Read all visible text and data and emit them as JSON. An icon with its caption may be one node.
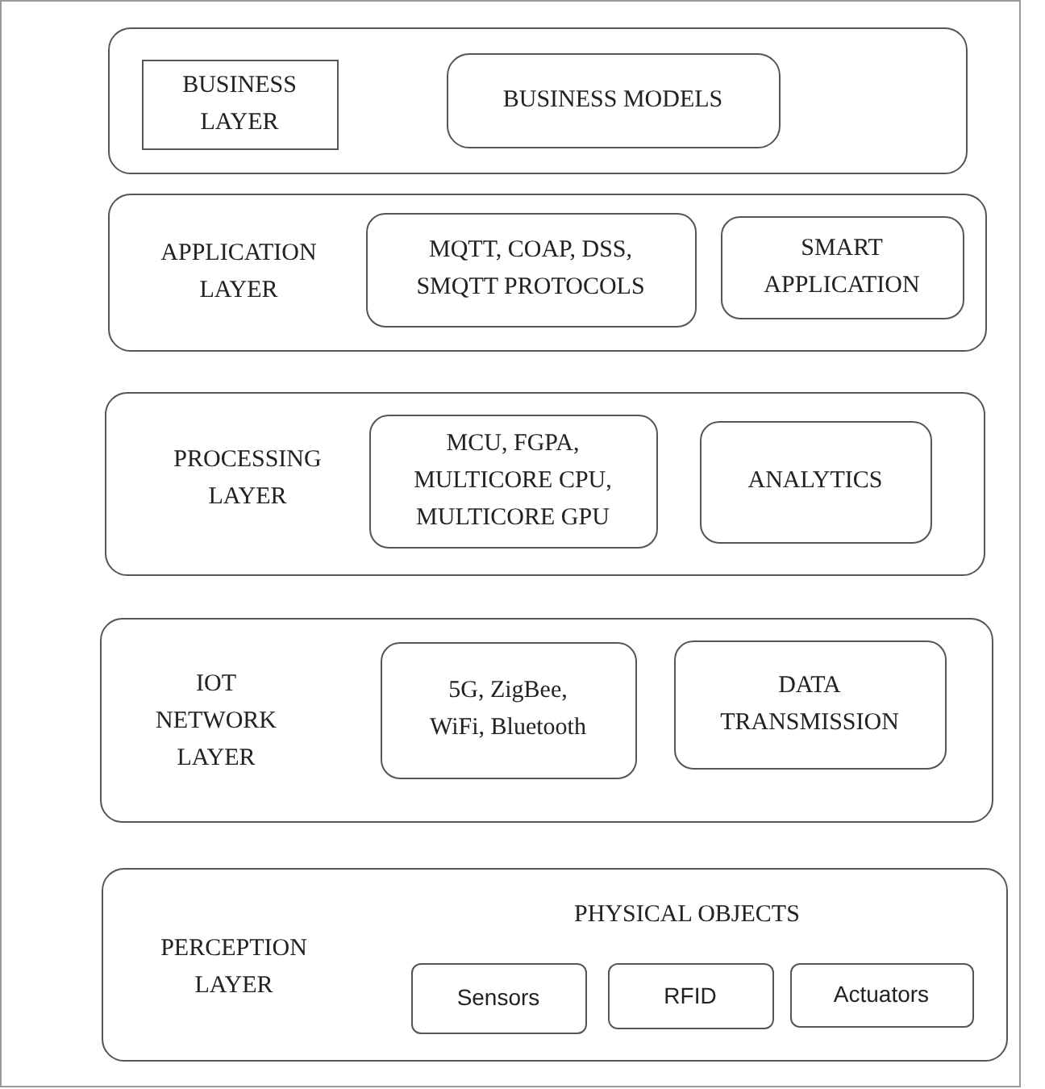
{
  "diagram": {
    "nodes": [
      {
        "text": [],
        "shape": "box"
      },
      {
        "text": [
          "BUSINESS LAYER"
        ],
        "in": 0
      },
      {
        "text": [
          "BUSINESS MODELS"
        ],
        "in": 0
      },
      {
        "text": [
          "APPLICATION LAYER"
        ]
      },
      {
        "text": [
          "MQTT, COAP, DSS, SMQTT PROTOCOLS"
        ],
        "in": 3
      },
      {
        "text": [
          "SMART APPLICATION"
        ],
        "in": 3
      },
      {
        "text": [
          "PROCESSING LAYER"
        ]
      },
      {
        "text": [
          "MCU, FGPA, MULTICORE CPU, MULTICORE GPU"
        ],
        "in": 6
      },
      {
        "text": [
          "ANALYTICS"
        ],
        "in": 6
      },
      {
        "text": [
          "IOT NETWORK LAYER"
        ]
      },
      {
        "text": [
          "5G, ZigBee, WiFi, Bluetooth"
        ],
        "in": 9
      },
      {
        "text": [
          "DATA TRANSMISSION"
        ],
        "in": 9
      },
      {
        "text": [
          "PERCEPTION LAYER",
          "PHYSICAL OBJECTS"
        ]
      },
      {
        "text": [
          "Sensors"
        ],
        "in": 12
      },
      {
        "text": [
          "RFID"
        ],
        "in": 12
      },
      {
        "text": [
          "Actuators"
        ],
        "in": 12
      }
    ],
    "edges": []
  }
}
